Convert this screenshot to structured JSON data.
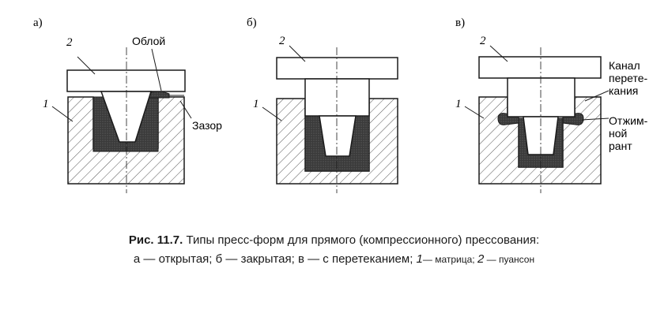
{
  "panels": {
    "a": {
      "label": "а)",
      "punch_num": "2",
      "die_num": "1",
      "flash": "Облой",
      "gap": "Зазор"
    },
    "b": {
      "label": "б)",
      "punch_num": "2",
      "die_num": "1"
    },
    "c": {
      "label": "в)",
      "punch_num": "2",
      "die_num": "1",
      "channel_lines": [
        "Канал",
        "перете-",
        "кания"
      ],
      "rim_lines": [
        "Отжим-",
        "ной",
        "рант"
      ]
    }
  },
  "caption": {
    "fig": "Рис. 11.7.",
    "title": " Типы пресс-форм для прямого (компрессионного) прессования:",
    "line2_a": "а — открытая; б — закрытая; в — с перетеканием; ",
    "n1": "1",
    "matrix": "— матрица; ",
    "n2": "2",
    "punch": " — пуансон"
  },
  "colors": {
    "line": "#1a1a1a",
    "material": "#3a3a3a",
    "hatch": "#555555"
  }
}
